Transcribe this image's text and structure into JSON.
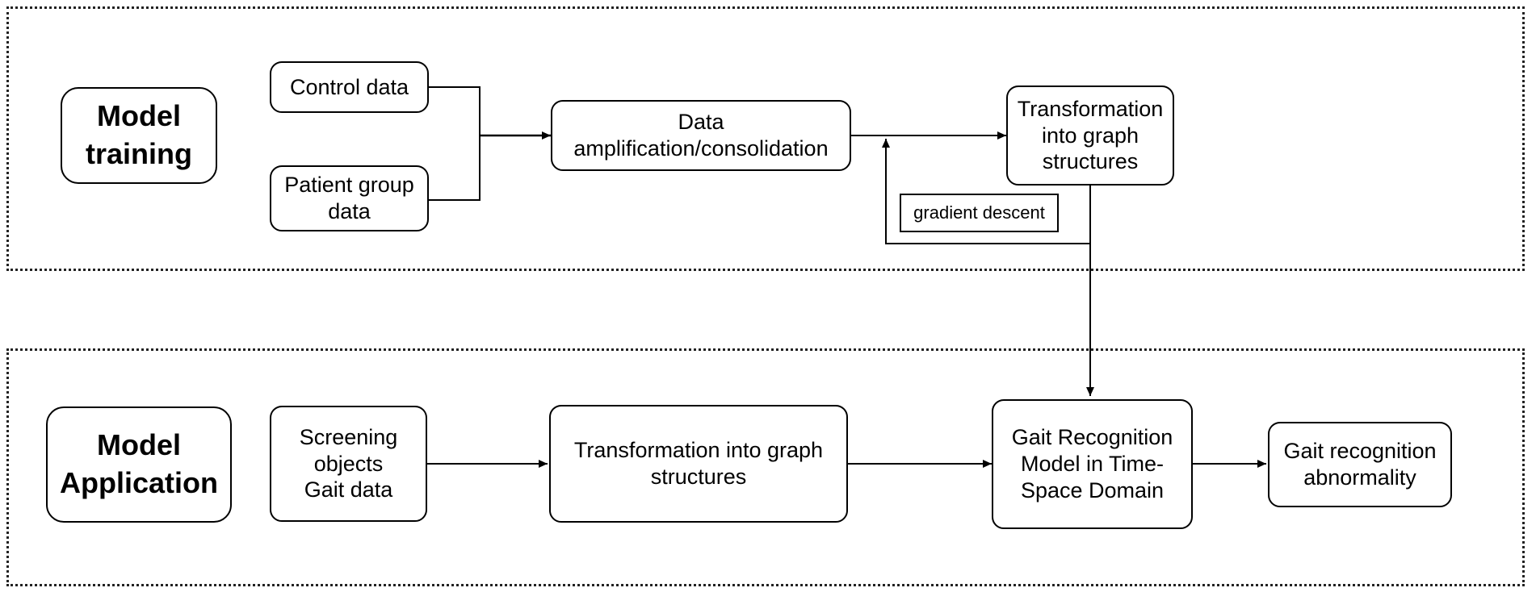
{
  "training": {
    "title": "Model\ntraining",
    "control_data": "Control data",
    "patient_data": "Patient group\ndata",
    "amplification": "Data\namplification/consolidation",
    "transformation": "Transformation\ninto graph\nstructures",
    "gradient_label": "gradient descent"
  },
  "application": {
    "title": "Model\nApplication",
    "screening": "Screening\nobjects\nGait data",
    "transformation": "Transformation into graph\nstructures",
    "recognition_model": "Gait Recognition\nModel in Time-\nSpace Domain",
    "abnormality": "Gait recognition\nabnormality"
  },
  "colors": {
    "stroke": "#000000",
    "section_border": "#222222"
  }
}
